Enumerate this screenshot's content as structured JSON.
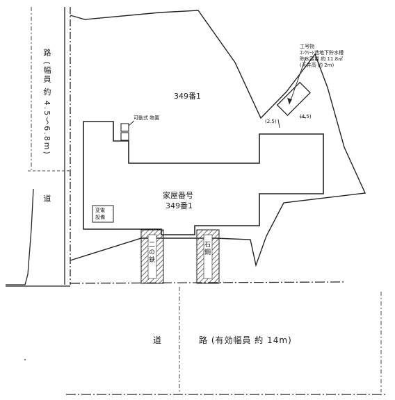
{
  "lot_label": "349番1",
  "building": {
    "title": "家屋番号",
    "number": "349番1"
  },
  "annotations": {
    "small_structure": "可動式 物置",
    "storage": [
      "変電",
      "設備"
    ],
    "tank_lines": [
      "工号物",
      "ｺﾝｸﾘｰﾄ造地下貯水槽",
      "貯水容量 約 11.8㎥",
      "(天井高 約 2m)"
    ],
    "dim_left": "(2.5)",
    "dim_right": "(4.5)"
  },
  "gates": [
    {
      "label": "二の鉄"
    },
    {
      "label": "石鋼"
    }
  ],
  "left_road": {
    "top_label": "路 (幅員 約 4.5〜6.8m)",
    "bottom_label": "道"
  },
  "bottom_road": {
    "label_left": "道",
    "label_right": "路 (有効幅員 約 14m)"
  }
}
